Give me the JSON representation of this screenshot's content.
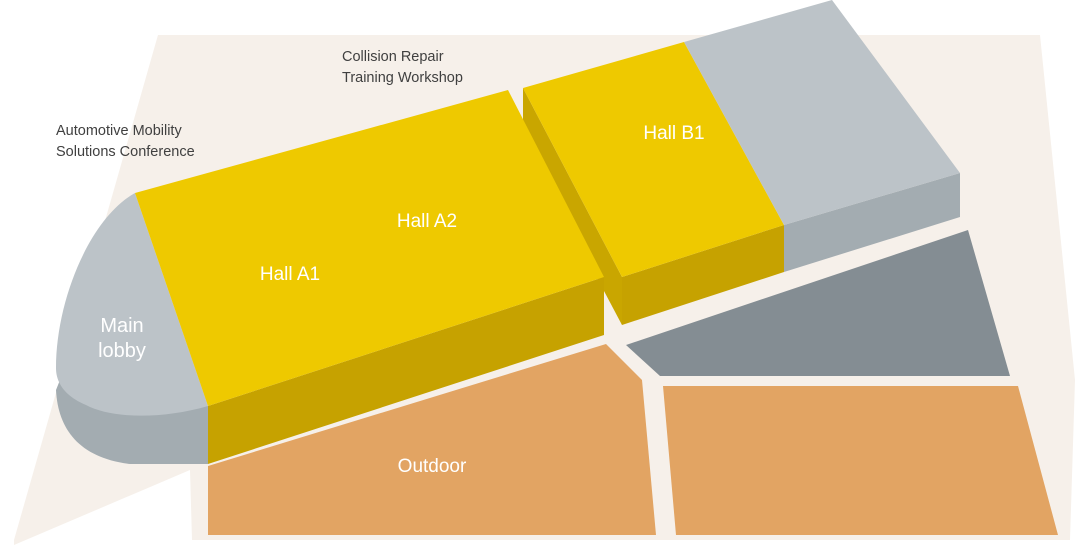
{
  "annotations": {
    "conference": {
      "line1": "Automotive Mobility",
      "line2": "Solutions Conference"
    },
    "workshop": {
      "line1": "Collision Repair",
      "line2": "Training Workshop"
    }
  },
  "areas": {
    "main_lobby": {
      "line1": "Main",
      "line2": "lobby"
    },
    "hall_a1": "Hall A1",
    "hall_a2": "Hall A2",
    "hall_b1": "Hall B1",
    "outdoor": "Outdoor"
  },
  "colors": {
    "ground": "#f6f0ea",
    "hall_yellow_top": "#eec900",
    "hall_yellow_side": "#c6a200",
    "grey_top": "#bcc3c8",
    "grey_side": "#a3acb1",
    "dark_grey": "#848d93",
    "outdoor_orange": "#e2a463",
    "label_dark": "#404040",
    "label_light": "#ffffff"
  }
}
